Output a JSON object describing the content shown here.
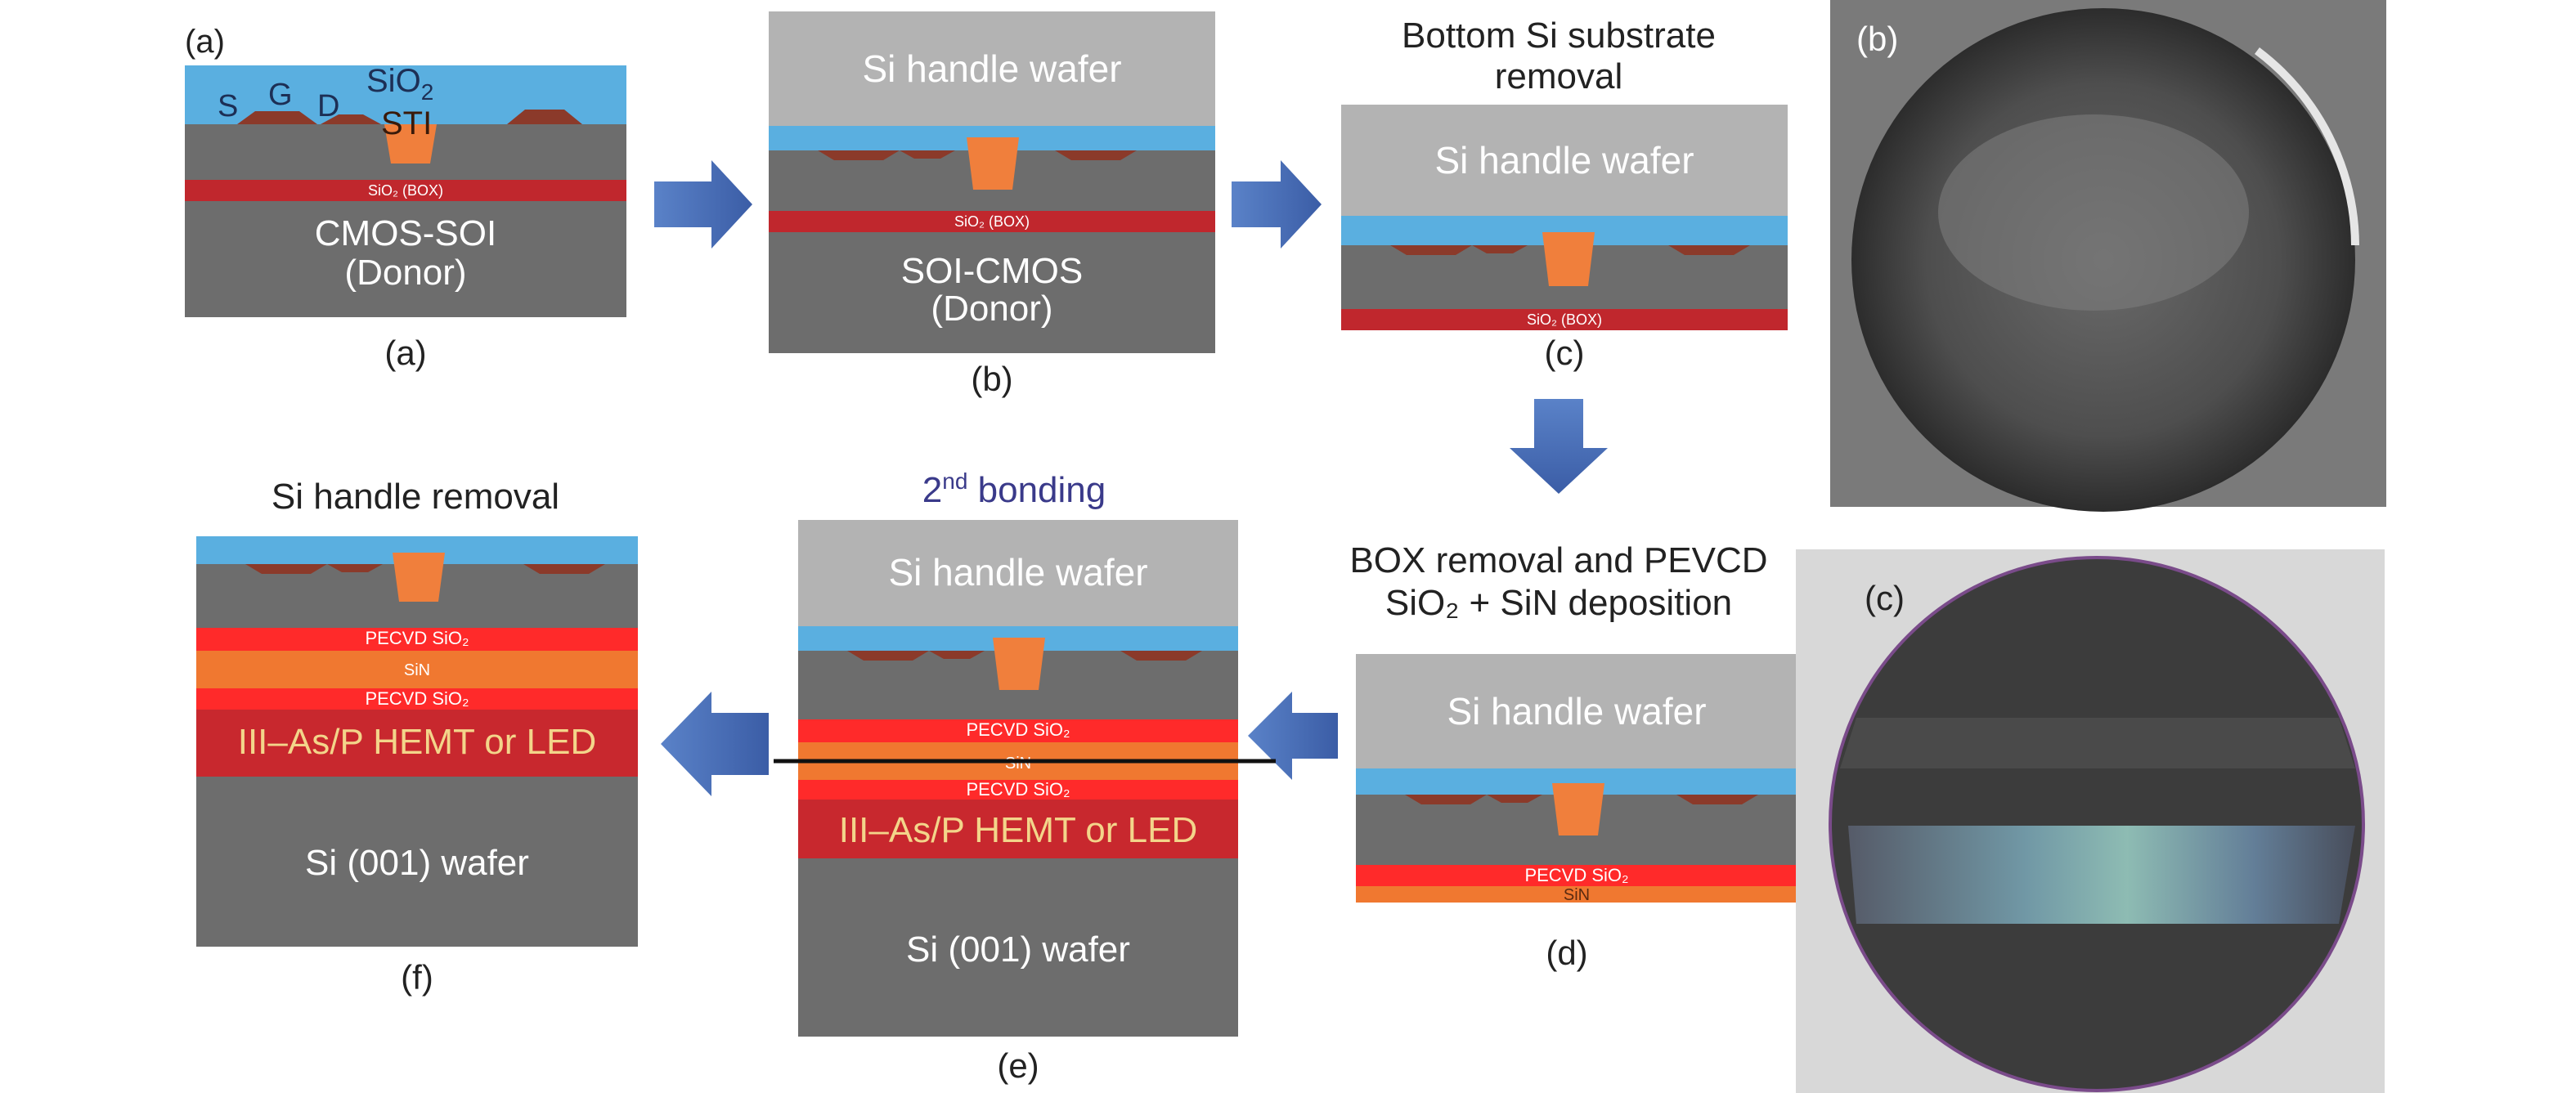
{
  "panel_a": {
    "corner_label": "(a)",
    "caption": "(a)",
    "s_label": "S",
    "g_label": "G",
    "d_label": "D",
    "sio2_label": "SiO",
    "sio2_sub": "2",
    "sti_label": "STI",
    "box_label": "SiO₂ (BOX)",
    "substrate_line1": "CMOS-SOI",
    "substrate_line2": "(Donor)"
  },
  "panel_b": {
    "caption": "(b)",
    "handle_label": "Si handle wafer",
    "box_label": "SiO₂ (BOX)",
    "substrate_line1": "SOI-CMOS",
    "substrate_line2": "(Donor)"
  },
  "panel_c": {
    "title_line1": "Bottom Si substrate",
    "title_line2": "removal",
    "caption": "(c)",
    "handle_label": "Si handle wafer",
    "box_label": "SiO₂ (BOX)"
  },
  "panel_d": {
    "title_line1": "BOX removal and PEVCD",
    "title_line2": "SiO₂ + SiN deposition",
    "caption": "(d)",
    "handle_label": "Si handle wafer",
    "pecvd_label": "PECVD SiO₂",
    "sin_label": "SiN"
  },
  "panel_e": {
    "title_main": "2",
    "title_sup": "nd",
    "title_rest": " bonding",
    "caption": "(e)",
    "handle_label": "Si handle wafer",
    "pecvd_top_label": "PECVD SiO₂",
    "sin_label": "SiN",
    "pecvd_bottom_label": "PECVD SiO₂",
    "device_label": "III–As/P HEMT or LED",
    "wafer_label": "Si (001) wafer"
  },
  "panel_f": {
    "title": "Si handle removal",
    "caption": "(f)",
    "pecvd_top_label": "PECVD SiO₂",
    "sin_label": "SiN",
    "pecvd_bottom_label": "PECVD SiO₂",
    "device_label": "III–As/P HEMT or LED",
    "wafer_label": "Si (001) wafer"
  },
  "photo_b": {
    "label": "(b)"
  },
  "photo_c": {
    "label": "(c)"
  },
  "colors": {
    "gray_substrate": "#6d6d6d",
    "handle": "#b3b3b3",
    "sio2": "#5aafe0",
    "box": "#c0272d",
    "pecvd": "#ff2a2a",
    "sin": "#f07830",
    "device": "#c8282e",
    "sti": "#f07f3c",
    "gate": "#8b3a2a",
    "arrow": "#4a6fb8"
  }
}
